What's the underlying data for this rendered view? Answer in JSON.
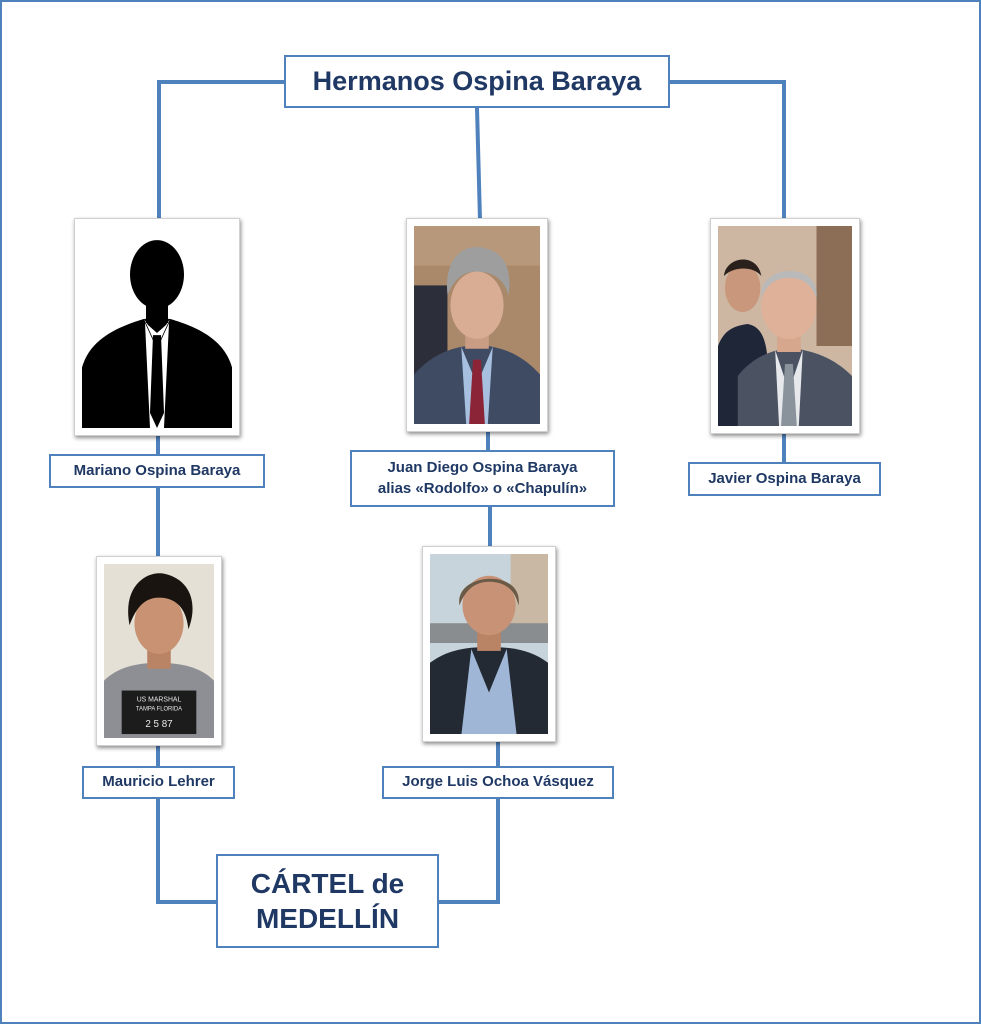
{
  "title": "Hermanos Ospina Baraya",
  "members": {
    "mariano": {
      "name": "Mariano Ospina Baraya"
    },
    "juan_diego": {
      "name_line1": "Juan Diego Ospina Baraya",
      "name_line2": "alias «Rodolfo» o «Chapulín»"
    },
    "javier": {
      "name": "Javier Ospina Baraya"
    }
  },
  "associates": {
    "lehrer": {
      "name": "Mauricio Lehrer"
    },
    "ochoa": {
      "name": "Jorge Luis Ochoa Vásquez"
    }
  },
  "cartel": {
    "line1": "CÁRTEL de",
    "line2": "MEDELLÍN"
  },
  "mugshot_placard": {
    "line1": "US MARSHAL",
    "line2": "TAMPA FLORIDA",
    "line3": "2  5  87"
  },
  "colors": {
    "accent": "#4f81bd",
    "text": "#1f3864",
    "background": "#ffffff"
  }
}
